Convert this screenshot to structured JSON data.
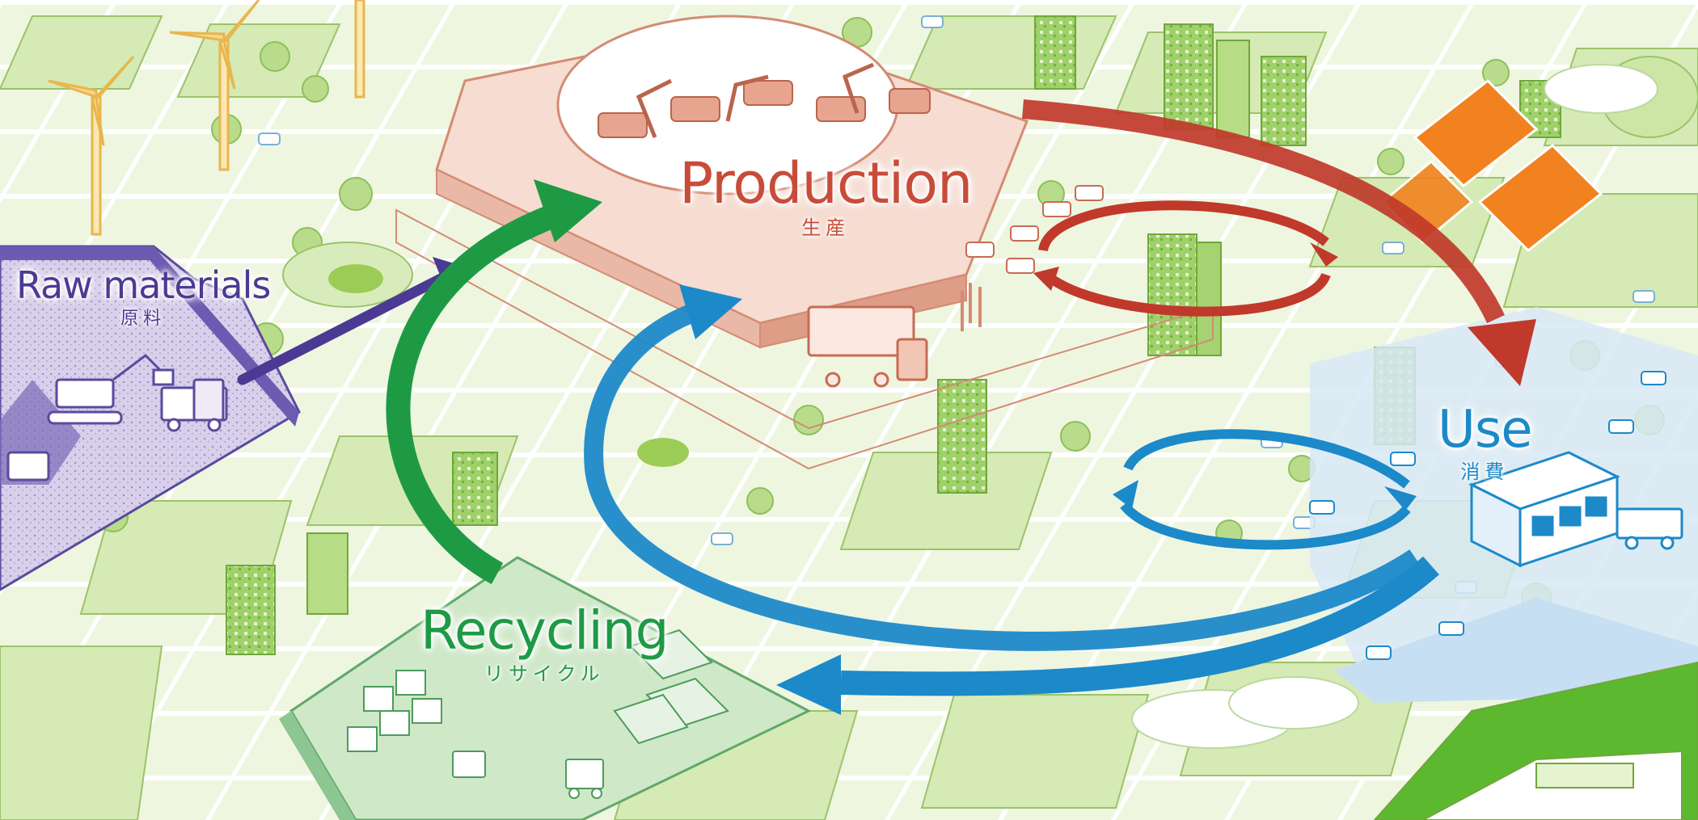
{
  "labels": {
    "raw_materials": {
      "en": "Raw materials",
      "jp": "原料"
    },
    "production": {
      "en": "Production",
      "jp": "生産"
    },
    "use": {
      "en": "Use",
      "jp": "消費"
    },
    "recycling": {
      "en": "Recycling",
      "jp": "リサイクル"
    }
  },
  "colors": {
    "raw_materials": "#4b3a93",
    "production": "#c84c39",
    "use": "#1c89c9",
    "recycling": "#1e9a45",
    "city_green": "#cfe5a8",
    "solar_orange": "#f2821f",
    "use_area_blue": "#c7dff2"
  },
  "icons": [
    "wind-turbine-icon",
    "solar-panel-icon",
    "factory-icon",
    "excavator-icon",
    "truck-icon",
    "store-icon",
    "ship-icon",
    "forklift-icon",
    "car-icon",
    "tree-icon"
  ]
}
